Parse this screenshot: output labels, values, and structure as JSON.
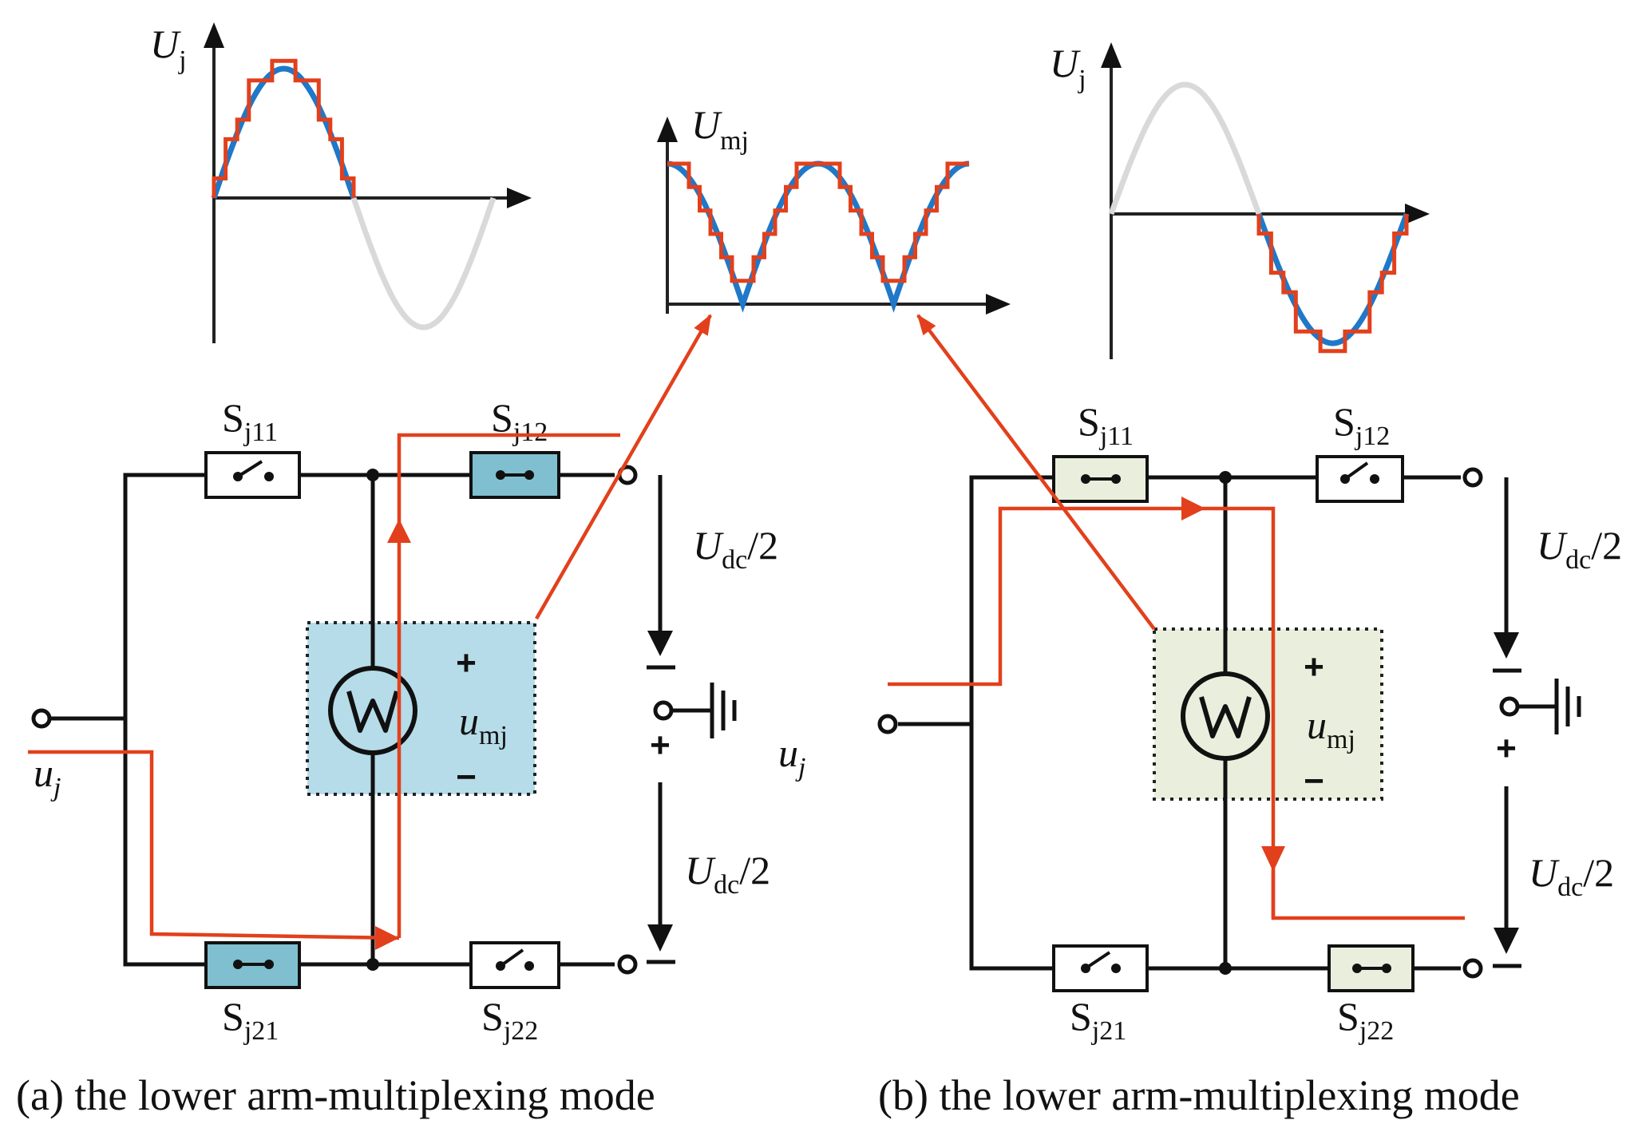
{
  "waveforms": {
    "left": {
      "ylabel": "U",
      "ylabel_sub": "j"
    },
    "middle": {
      "ylabel": "U",
      "ylabel_sub": "mj"
    },
    "right": {
      "ylabel": "U",
      "ylabel_sub": "j"
    }
  },
  "circuit_a": {
    "s11": {
      "main": "S",
      "sub": "j11"
    },
    "s12": {
      "main": "S",
      "sub": "j12"
    },
    "s21": {
      "main": "S",
      "sub": "j21"
    },
    "s22": {
      "main": "S",
      "sub": "j22"
    },
    "udc_top": {
      "main": "U",
      "sub": "dc",
      "rest": "/2"
    },
    "udc_bot": {
      "main": "U",
      "sub": "dc",
      "rest": "/2"
    },
    "umj": {
      "main": "u",
      "sub": "mj"
    },
    "uj": {
      "main": "u",
      "sub": "j"
    },
    "plus": "+",
    "minus": "−",
    "dc_plus": "+",
    "caption": "(a) the lower arm-multiplexing mode"
  },
  "circuit_b": {
    "s11": {
      "main": "S",
      "sub": "j11"
    },
    "s12": {
      "main": "S",
      "sub": "j12"
    },
    "s21": {
      "main": "S",
      "sub": "j21"
    },
    "s22": {
      "main": "S",
      "sub": "j22"
    },
    "udc_top": {
      "main": "U",
      "sub": "dc",
      "rest": "/2"
    },
    "udc_bot": {
      "main": "U",
      "sub": "dc",
      "rest": "/2"
    },
    "umj": {
      "main": "u",
      "sub": "mj"
    },
    "uj": {
      "main": "u",
      "sub": "j"
    },
    "plus": "+",
    "minus": "−",
    "dc_plus": "+",
    "caption": "(b) the lower arm-multiplexing mode"
  },
  "colors": {
    "current_path": "#e2401c",
    "sine": "#1f78c8",
    "ghost_sine": "#d9d9d9",
    "module_a_fill": "#b5dce8",
    "module_b_fill": "#e9efdc"
  },
  "icons": [
    "switch-icon",
    "voltage-source-icon",
    "ground-icon",
    "arrow-icon"
  ]
}
